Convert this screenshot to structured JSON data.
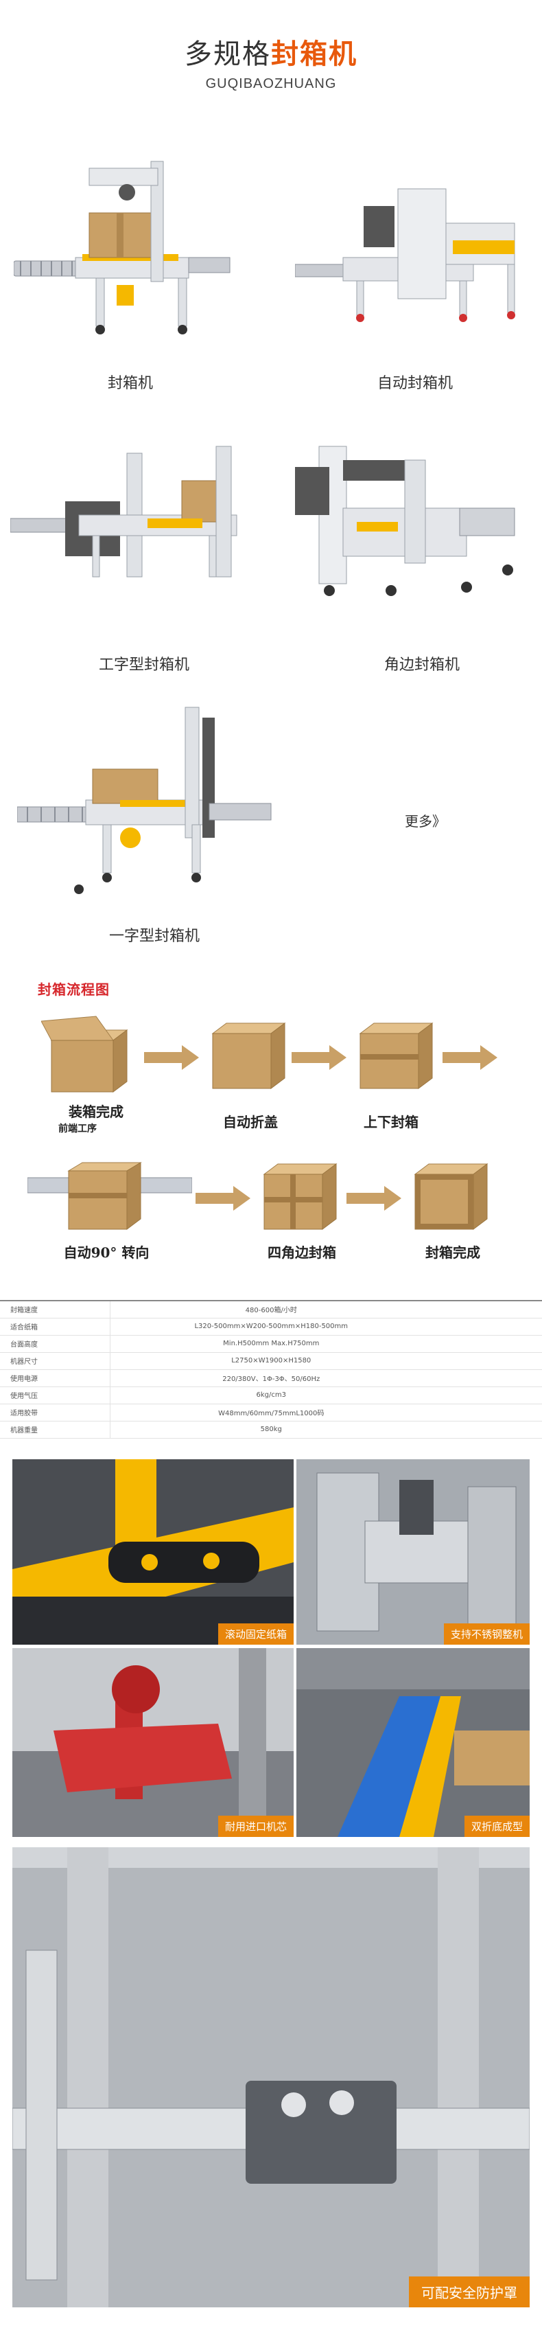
{
  "header": {
    "title_prefix": "多规格",
    "title_highlight": "封箱机",
    "subtitle": "GUQIBAOZHUANG"
  },
  "products": [
    {
      "name": "封箱机"
    },
    {
      "name": "自动封箱机"
    },
    {
      "name": "工字型封箱机"
    },
    {
      "name": "角边封箱机"
    },
    {
      "name": "一字型封箱机"
    }
  ],
  "more_link": "更多》",
  "flow": {
    "title": "封箱流程图",
    "steps": [
      {
        "label": "装箱完成",
        "sub": "前端工序"
      },
      {
        "label": "自动折盖"
      },
      {
        "label": "上下封箱"
      },
      {
        "label": "自动90° 转向"
      },
      {
        "label": "四角边封箱"
      },
      {
        "label": "封箱完成"
      }
    ]
  },
  "specs": [
    {
      "key": "封箱速度",
      "value": "480-600箱/小时"
    },
    {
      "key": "适合纸箱",
      "value": "L320-500mm×W200-500mm×H180-500mm"
    },
    {
      "key": "台面高度",
      "value": "Min.H500mm Max.H750mm"
    },
    {
      "key": "机器尺寸",
      "value": "L2750×W1900×H1580"
    },
    {
      "key": "使用电源",
      "value": "220/380V、1Φ-3Φ、50/60Hz"
    },
    {
      "key": "使用气压",
      "value": "6kg/cm3"
    },
    {
      "key": "适用胶带",
      "value": "W48mm/60mm/75mmL1000码"
    },
    {
      "key": "机器重量",
      "value": "580kg"
    }
  ],
  "features": [
    {
      "caption": "滚动固定纸箱"
    },
    {
      "caption": "支持不锈钢整机"
    },
    {
      "caption": "耐用进口机芯"
    },
    {
      "caption": "双折底成型"
    },
    {
      "caption": "可配安全防护罩"
    }
  ],
  "colors": {
    "accent": "#e8590c",
    "caption_bg": "#e8860c",
    "flow_title": "#d6262b",
    "conveyor_yellow": "#f5b800",
    "carton": "#c9a066"
  }
}
